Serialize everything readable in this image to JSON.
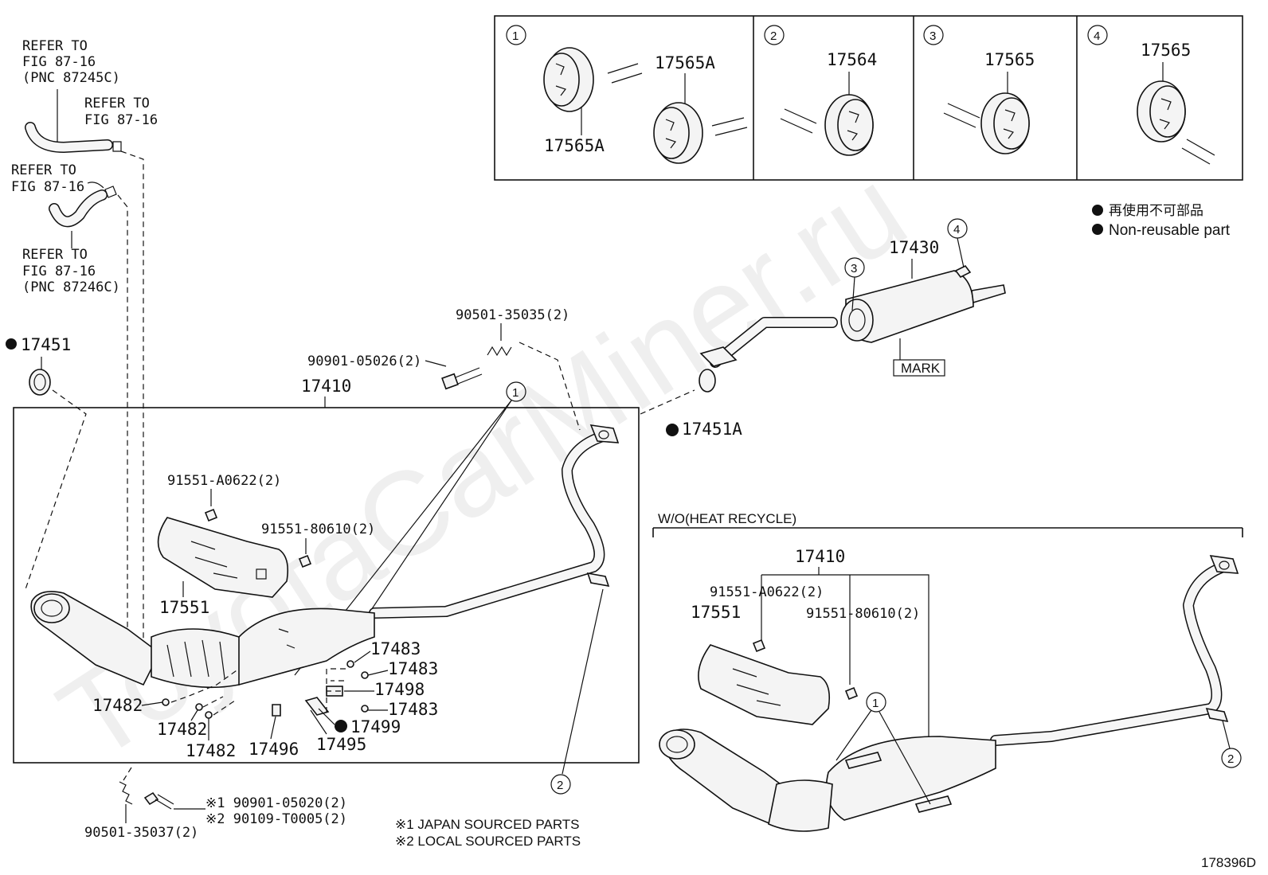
{
  "diagram_code": "178396D",
  "legend": {
    "jp": "再使用不可部品",
    "en": "Non-reusable part"
  },
  "watermark": "ToyotaCarMiner.ru",
  "refer_notes": {
    "note1": [
      "REFER TO",
      "FIG 87-16",
      "(PNC 87245C)"
    ],
    "note2": [
      "REFER TO",
      "FIG 87-16"
    ],
    "note3": [
      "REFER TO",
      "FIG 87-16"
    ],
    "note4": [
      "REFER TO",
      "FIG 87-16",
      "(PNC 87246C)"
    ]
  },
  "insets": [
    {
      "num": "1",
      "labels": [
        "17565A",
        "17565A"
      ]
    },
    {
      "num": "2",
      "labels": [
        "17564"
      ]
    },
    {
      "num": "3",
      "labels": [
        "17565"
      ]
    },
    {
      "num": "4",
      "labels": [
        "17565"
      ]
    }
  ],
  "parts": {
    "p17451": "17451",
    "p17451A": "17451A",
    "p17410": "17410",
    "p17430": "17430",
    "mark": "MARK",
    "p90501_35035": "90501-35035(2)",
    "p90901_05026": "90901-05026(2)",
    "p91551_A0622": "91551-A0622(2)",
    "p91551_80610": "91551-80610(2)",
    "p17551": "17551",
    "p17483a": "17483",
    "p17483b": "17483",
    "p17483c": "17483",
    "p17498": "17498",
    "p17499": "17499",
    "p17482a": "17482",
    "p17482b": "17482",
    "p17482c": "17482",
    "p17496": "17496",
    "p17495": "17495",
    "p90501_35037": "90501-35037(2)",
    "p90901_05020": "※1 90901-05020(2)",
    "p90109_T0005": "※2 90109-T0005(2)"
  },
  "footnotes": {
    "n1": "※1 JAPAN SOURCED PARTS",
    "n2": "※2 LOCAL SOURCED PARTS"
  },
  "variant": {
    "title": "W/O(HEAT RECYCLE)",
    "p17410": "17410",
    "p91551_A0622": "91551-A0622(2)",
    "p17551": "17551",
    "p91551_80610": "91551-80610(2)"
  },
  "callouts": {
    "c1": "1",
    "c2": "2",
    "c3": "3",
    "c4": "4"
  }
}
